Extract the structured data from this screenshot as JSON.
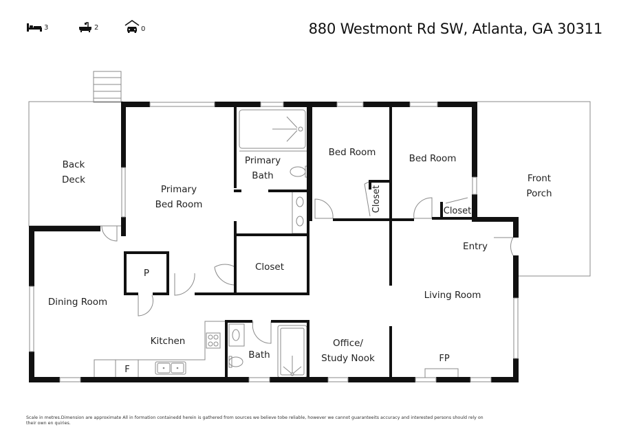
{
  "header": {
    "stats": [
      {
        "icon": "bed-icon",
        "value": "3"
      },
      {
        "icon": "bathtub-icon",
        "value": "2"
      },
      {
        "icon": "garage-car-icon",
        "value": "0"
      }
    ],
    "address": "880 Westmont Rd SW, Atlanta, GA 30311"
  },
  "rooms": {
    "back_deck": "Back\nDeck",
    "primary_bed_room": "Primary\nBed Room",
    "primary_bath": "Primary\nBath",
    "bed_room_1": "Bed Room",
    "bed_room_2": "Bed Room",
    "closet_bed1": "Closet",
    "closet_bed2": "Closet",
    "front_porch": "Front\nPorch",
    "entry": "Entry",
    "pantry": "P",
    "primary_closet": "Closet",
    "dining_room": "Dining Room",
    "living_room": "Living Room",
    "kitchen": "Kitchen",
    "bath": "Bath",
    "office": "Office/\nStudy Nook",
    "fireplace": "FP",
    "fridge": "F"
  },
  "footer": {
    "disclaimer": "Scale in metres.Dimension are approximate All in formation containedd herein is gathered from sources we believe tobe reliable, however we cannot guaranteeits accuracy and interested persons should rely on their own en quiries."
  },
  "colors": {
    "wall": "#111111",
    "thin_line": "#8a8a8a",
    "text": "#222222"
  }
}
